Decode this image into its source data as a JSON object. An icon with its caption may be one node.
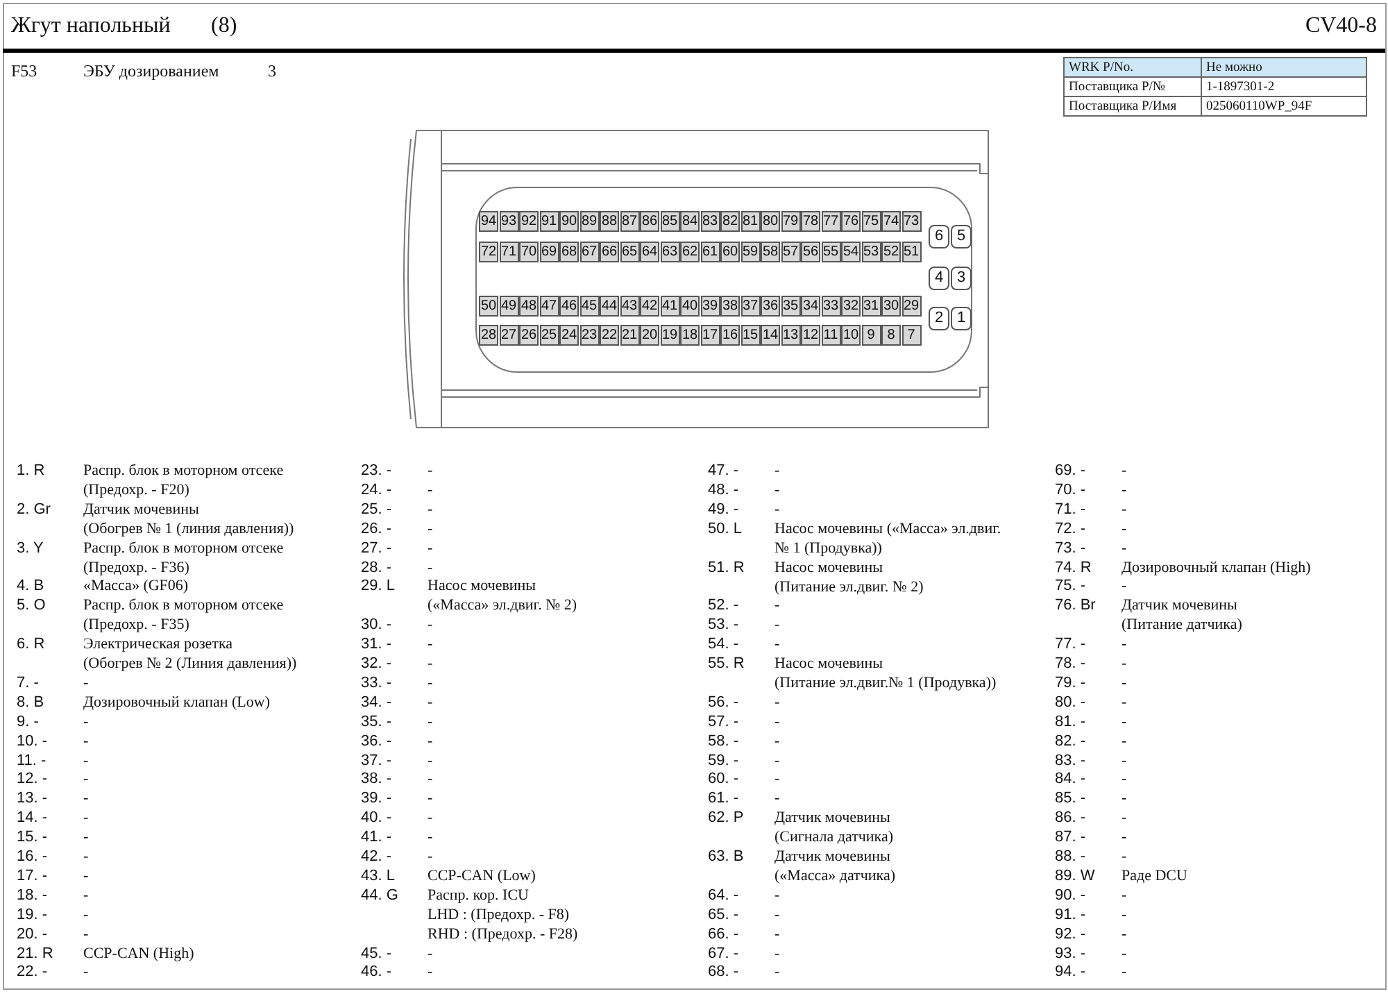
{
  "diagram": {
    "title": "Жгут напольный",
    "labels": [
      "(8)",
      "CV40-8",
      "F53",
      "ЭБУ дозированием",
      "3",
      "WRK P/No.",
      "Не можно",
      "Поставщика P/№",
      "1-1897301-2",
      "Поставщика P/Имя",
      "025060110WP_94F",
      "94",
      "93",
      "92",
      "91",
      "90",
      "89",
      "88",
      "87",
      "86",
      "85",
      "84",
      "83",
      "82",
      "81",
      "80",
      "79",
      "78",
      "77",
      "76",
      "75",
      "74",
      "73",
      "6",
      "5",
      "72",
      "71",
      "70",
      "69",
      "68",
      "67",
      "66",
      "65",
      "64",
      "63",
      "62",
      "61",
      "60",
      "59",
      "58",
      "57",
      "56",
      "55",
      "54",
      "53",
      "52",
      "51",
      "4",
      "3",
      "50",
      "49",
      "48",
      "47",
      "46",
      "45",
      "44",
      "43",
      "42",
      "41",
      "40",
      "39",
      "38",
      "37",
      "36",
      "35",
      "34",
      "33",
      "32",
      "31",
      "30",
      "29",
      "2",
      "1",
      "28",
      "27",
      "26",
      "25",
      "24",
      "23",
      "22",
      "21",
      "20",
      "19",
      "18",
      "17",
      "16",
      "15",
      "14",
      "13",
      "12",
      "11",
      "10",
      "9",
      "8",
      "7",
      "1. R",
      "Распр. блок в моторном отсеке (Предохр. - F20)",
      "2. Gr",
      "Датчик мочевины (Обогрев № 1 (линия давления))",
      "3. Y",
      "Распр. блок в моторном отсеке (Предохр. - F36)",
      "4. B",
      "«Масса» (GF06)",
      "5. O",
      "Распр. блок в моторном отсеке (Предохр. - F35)",
      "6. R",
      "Электрическая розетка (Обогрев № 2 (Линия давления))",
      "7. -",
      "-",
      "8. B",
      "Дозировочный клапан (Low)",
      "9. -",
      "-",
      "10. -",
      "-",
      "11. -",
      "-",
      "12. -",
      "-",
      "13. -",
      "-",
      "14. -",
      "-",
      "15. -",
      "-",
      "16. -",
      "-",
      "17. -",
      "-",
      "18. -",
      "-",
      "19. -",
      "-",
      "20. -",
      "-",
      "21. R",
      "CCP-CAN (High)",
      "22. -",
      "-",
      "23. -",
      "-",
      "24. -",
      "-",
      "25. -",
      "-",
      "26. -",
      "-",
      "27. -",
      "-",
      "28. -",
      "-",
      "29. L",
      "Насос мочевины («Масса» эл.двиг. № 2)",
      "30. -",
      "-",
      "31. -",
      "-",
      "32. -",
      "-",
      "33. -",
      "-",
      "34. -",
      "-",
      "35. -",
      "-",
      "36. -",
      "-",
      "37. -",
      "-",
      "38. -",
      "-",
      "39. -",
      "-",
      "40. -",
      "-",
      "41. -",
      "-",
      "42. -",
      "-",
      "43. L",
      "CCP-CAN (Low)",
      "44. G",
      "Распр. кор. ICU",
      "LHD : (Предохр. - F8)",
      "RHD : (Предохр. - F28)",
      "45. -",
      "-",
      "46. -",
      "-",
      "47. -",
      "-",
      "48. -",
      "-",
      "49. -",
      "-",
      "50. L",
      "Насос мочевины («Масса» эл.двиг. № 1 (Продувка))",
      "51. R",
      "Насос мочевины (Питание эл.двиг. № 2)",
      "52. -",
      "-",
      "53. -",
      "-",
      "54. -",
      "-",
      "55. R",
      "Насос мочевины (Питание эл.двиг.№ 1 (Продувка))",
      "56. -",
      "-",
      "57. -",
      "-",
      "58. -",
      "-",
      "59. -",
      "-",
      "60. -",
      "-",
      "61. -",
      "-",
      "62. P",
      "Датчик мочевины (Сигнала датчика)",
      "63. B",
      "Датчик мочевины («Масса» датчика)",
      "64. -",
      "-",
      "65. -",
      "-",
      "66. -",
      "-",
      "67. -",
      "-",
      "68. -",
      "-",
      "69. -",
      "-",
      "70. -",
      "-",
      "71. -",
      "-",
      "72. -",
      "-",
      "73. -",
      "-",
      "74. R",
      "Дозировочный клапан (High)",
      "75. -",
      "-",
      "76. Br",
      "Датчик мочевины (Питание датчика)",
      "77. -",
      "-",
      "78. -",
      "-",
      "79. -",
      "-",
      "80. -",
      "-",
      "81. -",
      "-",
      "82. -",
      "-",
      "83. -",
      "-",
      "84. -",
      "-",
      "85. -",
      "-",
      "86. -",
      "-",
      "87. -",
      "-",
      "88. -",
      "-",
      "89. W",
      "Раде DCU",
      "90. -",
      "-",
      "91. -",
      "-",
      "92. -",
      "-",
      "93. -",
      "-",
      "94. -",
      "-"
    ]
  }
}
